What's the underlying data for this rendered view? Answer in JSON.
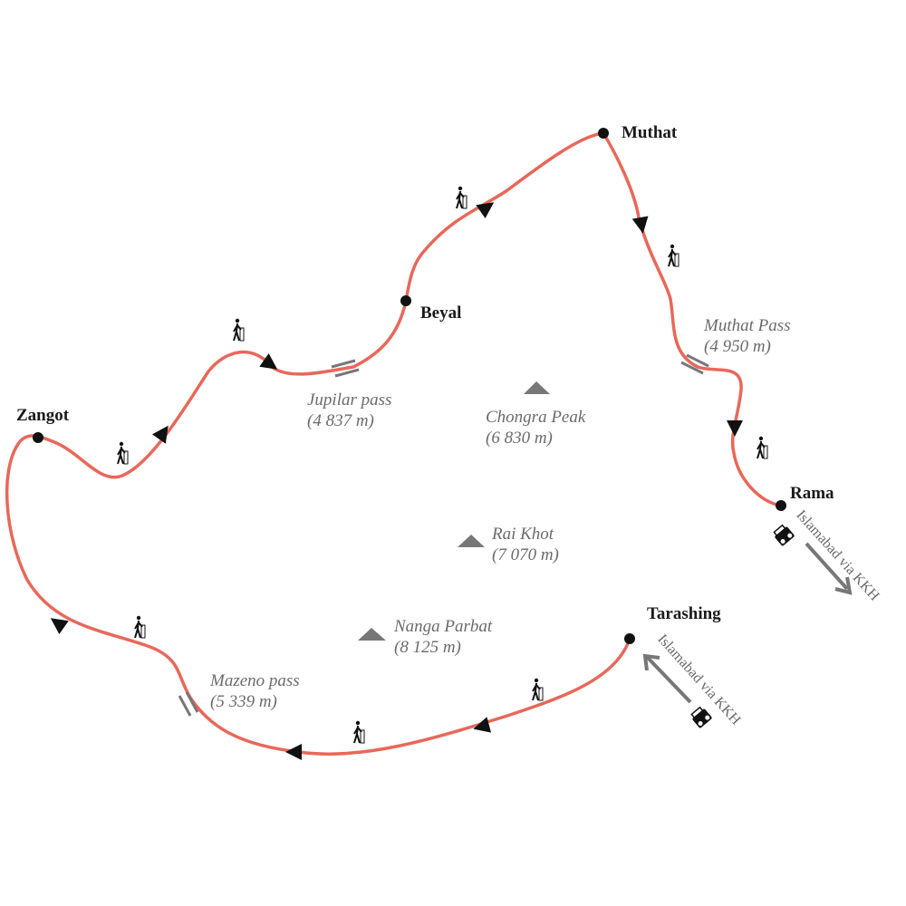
{
  "route_color": "#e8685a",
  "places": {
    "muthat": "Muthat",
    "beyal": "Beyal",
    "zangot": "Zangot",
    "rama": "Rama",
    "tarashing": "Tarashing"
  },
  "passes": {
    "jupilar": {
      "name": "Jupilar pass",
      "elev": "(4 837 m)"
    },
    "muthat": {
      "name": "Muthat Pass",
      "elev": "(4 950 m)"
    },
    "mazeno": {
      "name": "Mazeno pass",
      "elev": "(5 339 m)"
    }
  },
  "peaks": {
    "chongra": {
      "name": "Chongra Peak",
      "elev": "(6 830 m)"
    },
    "raikhot": {
      "name": "Rai Khot",
      "elev": "(7 070 m)"
    },
    "nanga": {
      "name": "Nanga Parbat",
      "elev": "(8 125 m)"
    }
  },
  "roads": {
    "rama_exit": "Islamabad via KKH",
    "tarashing_entry": "Islamabad via KKH"
  }
}
